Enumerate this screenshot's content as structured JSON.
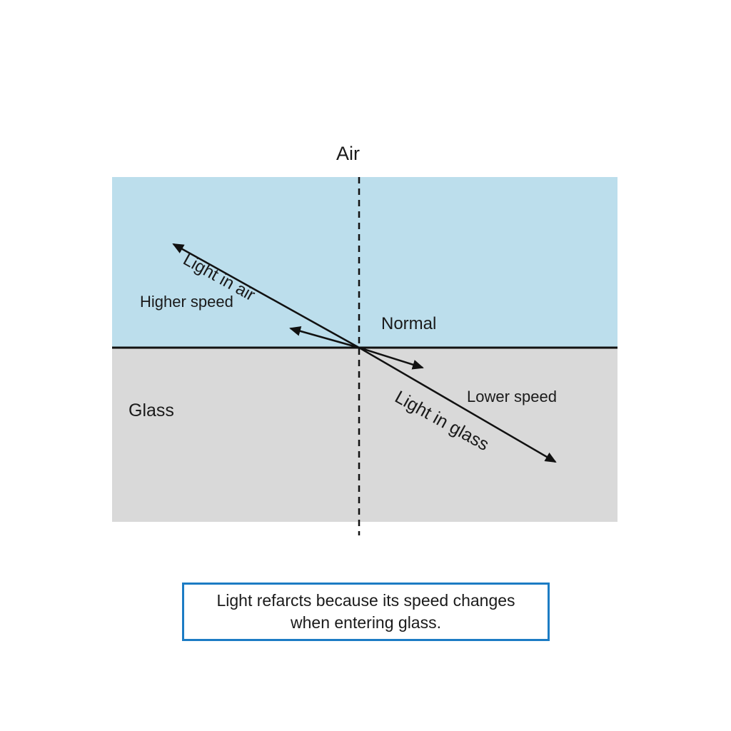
{
  "diagram": {
    "title_label": "Air",
    "regions": {
      "air": {
        "color": "#bcdeec"
      },
      "glass": {
        "label": "Glass",
        "color": "#d9d9d9"
      }
    },
    "normal": {
      "label": "Normal",
      "style": "dashed"
    },
    "rays": {
      "air_ray": {
        "label": "Light in air",
        "speed_label": "Higher speed"
      },
      "glass_ray": {
        "label": "Light in glass",
        "speed_label": "Lower speed"
      }
    },
    "line_color": "#111111",
    "caption": {
      "line1": "Light refarcts because its speed changes",
      "line2": "when entering glass.",
      "border_color": "#1c7cc4"
    }
  }
}
